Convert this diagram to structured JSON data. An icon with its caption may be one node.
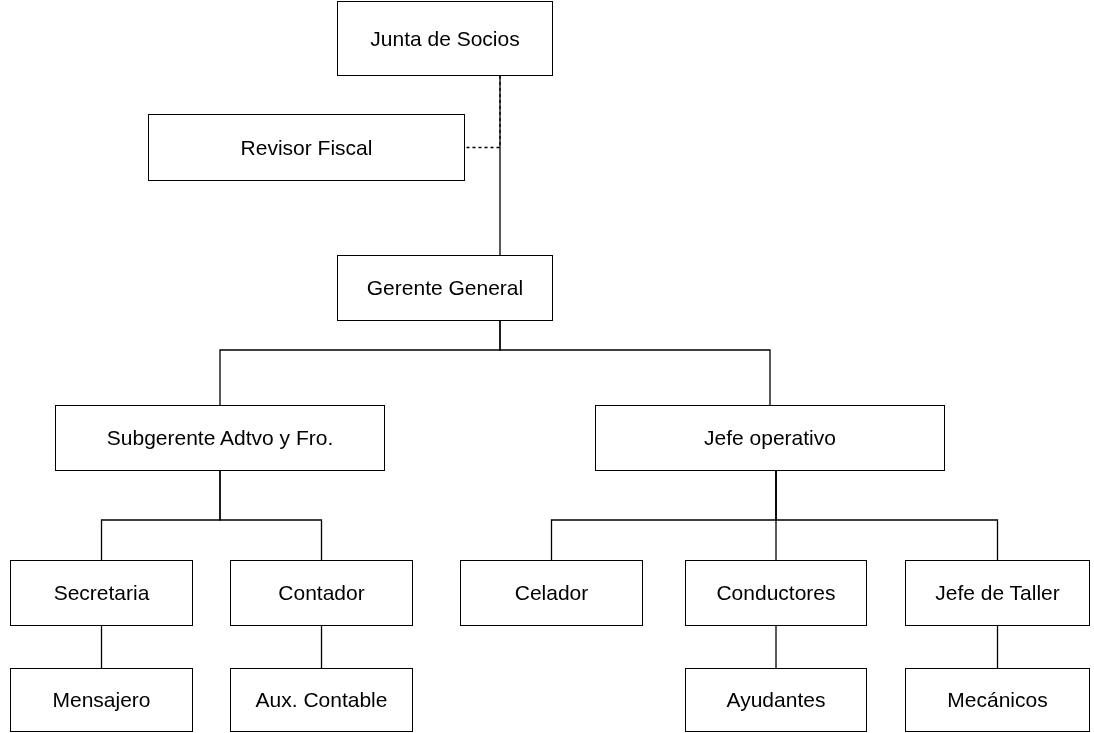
{
  "diagram": {
    "nodes": [
      {
        "text": [
          "Junta de Socios"
        ]
      },
      {
        "text": [
          "Revisor Fiscal"
        ]
      },
      {
        "text": [
          "Gerente General"
        ]
      },
      {
        "text": [
          "Subgerente Adtvo y Fro."
        ]
      },
      {
        "text": [
          "Jefe operativo"
        ]
      },
      {
        "text": [
          "Secretaria"
        ]
      },
      {
        "text": [
          "Contador"
        ]
      },
      {
        "text": [
          "Celador"
        ]
      },
      {
        "text": [
          "Conductores"
        ]
      },
      {
        "text": [
          "Jefe de Taller"
        ]
      },
      {
        "text": [
          "Mensajero"
        ]
      },
      {
        "text": [
          "Aux. Contable"
        ]
      },
      {
        "text": [
          "Ayudantes"
        ]
      },
      {
        "text": [
          "Mecánicos"
        ]
      }
    ],
    "edges": [
      {
        "from": 0,
        "to": 2,
        "arrow": "none"
      },
      {
        "from": 0,
        "to": 1,
        "arrow": "none",
        "style": "dashed"
      },
      {
        "from": 2,
        "to": 3,
        "arrow": "none"
      },
      {
        "from": 2,
        "to": 4,
        "arrow": "none"
      },
      {
        "from": 3,
        "to": 5,
        "arrow": "none"
      },
      {
        "from": 3,
        "to": 6,
        "arrow": "none"
      },
      {
        "from": 4,
        "to": 7,
        "arrow": "none"
      },
      {
        "from": 4,
        "to": 8,
        "arrow": "none"
      },
      {
        "from": 4,
        "to": 9,
        "arrow": "none"
      },
      {
        "from": 5,
        "to": 10,
        "arrow": "none"
      },
      {
        "from": 6,
        "to": 11,
        "arrow": "none"
      },
      {
        "from": 8,
        "to": 12,
        "arrow": "none"
      },
      {
        "from": 9,
        "to": 13,
        "arrow": "none"
      }
    ]
  }
}
